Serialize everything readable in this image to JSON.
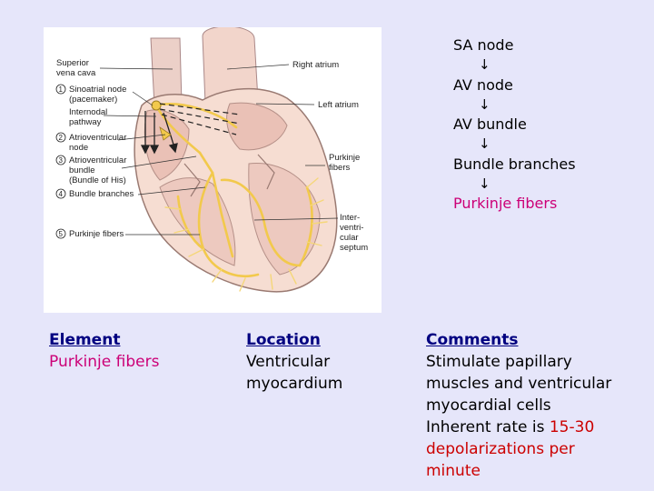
{
  "figure": {
    "labels": {
      "superior_vena_cava": [
        "Superior",
        "vena cava"
      ],
      "right_atrium": "Right atrium",
      "sa_node": [
        "Sinoatrial node",
        "(pacemaker)"
      ],
      "internodal": [
        "Internodal",
        "pathway"
      ],
      "av_node": [
        "Atrioventricular",
        "node"
      ],
      "av_bundle": [
        "Atrioventricular",
        "bundle",
        "(Bundle of His)"
      ],
      "left_atrium": "Left atrium",
      "purkinje_right": [
        "Purkinje",
        "fibers"
      ],
      "bundle_branches": "Bundle branches",
      "septum": [
        "Inter-",
        "ventri-",
        "cular",
        "septum"
      ],
      "purkinje_left": "Purkinje fibers"
    },
    "numbers": [
      "1",
      "2",
      "3",
      "4",
      "5"
    ]
  },
  "flow": {
    "steps": [
      "SA node",
      "AV node",
      "AV bundle",
      "Bundle branches",
      "Purkinje fibers"
    ],
    "arrow": "↓"
  },
  "table": {
    "element": {
      "header": "Element",
      "value": "Purkinje fibers"
    },
    "location": {
      "header": "Location",
      "lines": [
        "Ventricular",
        "myocardium"
      ]
    },
    "comments": {
      "header": "Comments",
      "lines": [
        "Stimulate papillary",
        "muscles and ventricular",
        "myocardial cells"
      ],
      "rate_prefix": "Inherent rate is ",
      "rate_value": "15-30",
      "rate_lines": [
        "depolarizations per",
        "minute"
      ]
    }
  },
  "colors": {
    "background": "#e6e6fa",
    "highlight_pink": "#cc0077",
    "highlight_red": "#cc0000",
    "header_blue": "#000080",
    "conduction_yellow": "#f2c94c",
    "heart_tissue": "#f6ddd2"
  }
}
